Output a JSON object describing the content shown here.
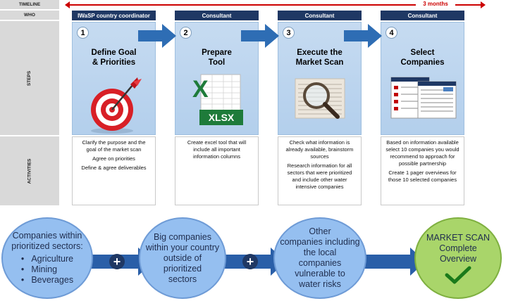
{
  "row_labels": {
    "timeline": "TIMELINE",
    "who": "WHO",
    "steps": "STEPS",
    "activities": "ACTIVITIES"
  },
  "timeline": {
    "duration": "3 months"
  },
  "steps": [
    {
      "number": "1",
      "who": "IWaSP country coordinator",
      "title_line1": "Define Goal",
      "title_line2": "& Priorities",
      "icon": "target-icon",
      "activities": [
        "Clarify the purpose and the goal of the market scan",
        "Agree on priorities",
        "Define & agree deliverables"
      ]
    },
    {
      "number": "2",
      "who": "Consultant",
      "title_line1": "Prepare",
      "title_line2": "Tool",
      "icon": "excel-icon",
      "icon_text": "XLSX",
      "activities": [
        "Create excel tool that will include all important information columns"
      ]
    },
    {
      "number": "3",
      "who": "Consultant",
      "title_line1": "Execute the",
      "title_line2": "Market Scan",
      "icon": "magnifier-icon",
      "activities": [
        "Check what information is already available, brainstorm sources",
        "Research information for all sectors that were prioritized and include other water intensive companies"
      ]
    },
    {
      "number": "4",
      "who": "Consultant",
      "title_line1": "Select",
      "title_line2": "Companies",
      "icon": "document-icon",
      "activities": [
        "Based on information available select 10 companies you would recommend to approach for possible partnership",
        "Create 1 pager overviews for those 10 selected companies"
      ]
    }
  ],
  "bottom": {
    "circle1": {
      "line1": "Companies within",
      "line2": "prioritized sectors:",
      "items": [
        "Agriculture",
        "Mining",
        "Beverages"
      ]
    },
    "circle2": {
      "lines": [
        "Big companies",
        "within your country",
        "outside of",
        "prioritized",
        "sectors"
      ]
    },
    "circle3": {
      "lines": [
        "Other",
        "companies including",
        "the local",
        "companies",
        "vulnerable to",
        "water risks"
      ]
    },
    "circle4": {
      "lines": [
        "MARKET SCAN",
        "Complete",
        "Overview"
      ]
    }
  },
  "colors": {
    "navy": "#1f3864",
    "step_blue": "#c6dbf1",
    "arrow_blue": "#2e6db4",
    "timeline_red": "#cc0000",
    "circle_blue": "#95bff0",
    "circle_green": "#a9d56a"
  }
}
